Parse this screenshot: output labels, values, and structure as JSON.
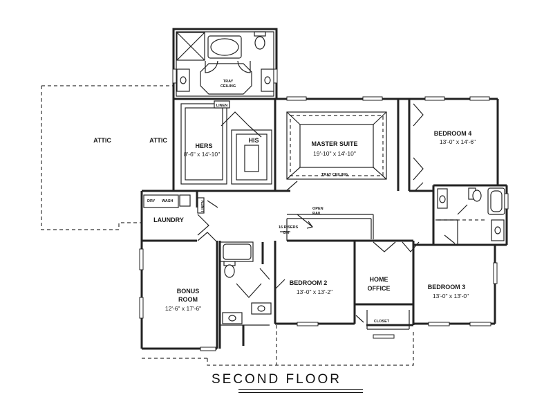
{
  "plan": {
    "title": "SECOND FLOOR",
    "rooms": {
      "attic_left": "ATTIC",
      "attic_right": "ATTIC",
      "hers_name": "HERS",
      "hers_dim": "8'-6\" x 14'-10\"",
      "his_name": "HIS",
      "master_name": "MASTER SUITE",
      "master_dim": "19'-10\" x 14'-10\"",
      "tray_ceiling_suite": "TRAY CEILING",
      "tray_ceiling_bath_1": "TRAY",
      "tray_ceiling_bath_2": "CEILING",
      "linen_top": "LINEN",
      "linen_side": "LINEN",
      "bedroom4_name": "BEDROOM 4",
      "bedroom4_dim": "13'-0\" x 14'-6\"",
      "laundry_name": "LAUNDRY",
      "dryer": "DRY",
      "washer": "WASH",
      "open_rail_1": "OPEN",
      "open_rail_2": "RAIL",
      "risers_1": "16 RISERS",
      "risers_2": "DN",
      "bonus_name_1": "BONUS",
      "bonus_name_2": "ROOM",
      "bonus_dim": "12'-6\" x 17'-6\"",
      "bedroom2_name": "BEDROOM 2",
      "bedroom2_dim": "13'-0\" x 13'-2\"",
      "office_name_1": "HOME",
      "office_name_2": "OFFICE",
      "closet_name": "CLOSET",
      "bedroom3_name": "BEDROOM 3",
      "bedroom3_dim": "13'-0\" x 13'-0\""
    }
  }
}
